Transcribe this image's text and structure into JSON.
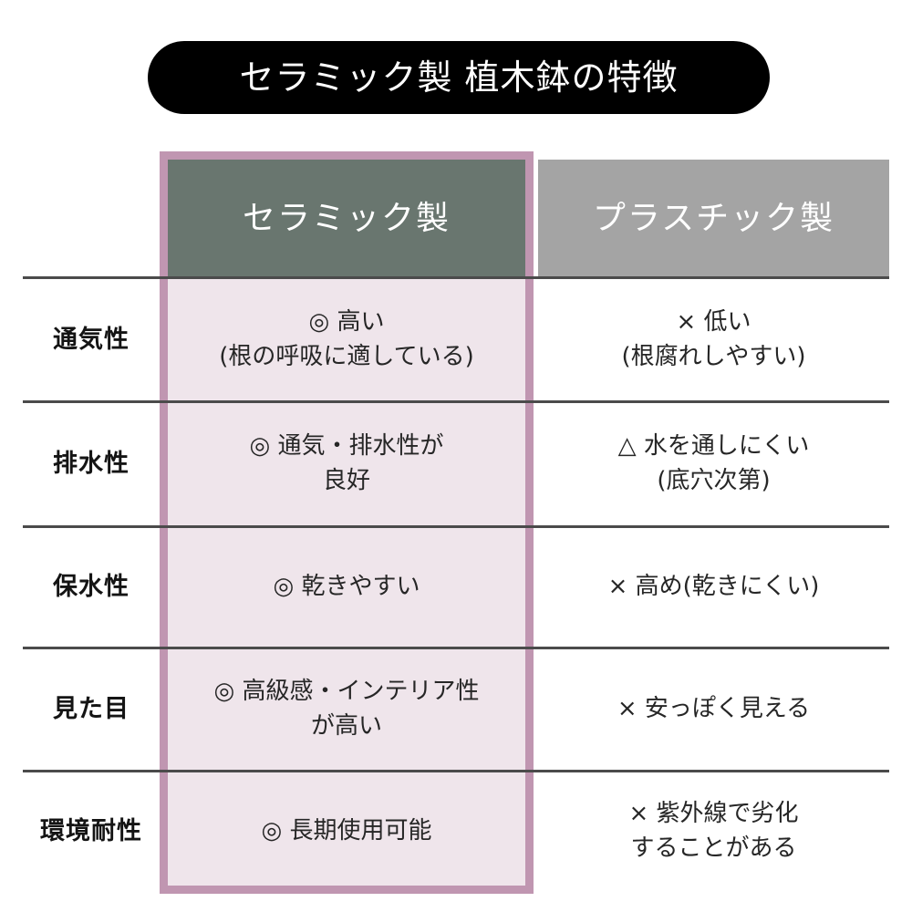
{
  "title": {
    "text": "セラミック製 植木鉢の特徴",
    "pill_background": "#000000",
    "pill_text_color": "#ffffff"
  },
  "colors": {
    "highlight_border": "#c096b1",
    "ceramic_header_bg": "#69766f",
    "plastic_header_bg": "#a4a4a4",
    "ceramic_cell_bg": "#efe5eb",
    "rule": "#4b4b4b",
    "page_bg": "#ffffff"
  },
  "table": {
    "headers": {
      "row_label": "",
      "ceramic": "セラミック製",
      "plastic": "プラスチック製"
    },
    "rows": [
      {
        "label": "通気性",
        "ceramic": [
          "◎ 高い",
          "(根の呼吸に適している)"
        ],
        "plastic": [
          "× 低い",
          "(根腐れしやすい)"
        ]
      },
      {
        "label": "排水性",
        "ceramic": [
          "◎ 通気・排水性が",
          "良好"
        ],
        "plastic": [
          "△ 水を通しにくい",
          "(底穴次第)"
        ]
      },
      {
        "label": "保水性",
        "ceramic": [
          "◎ 乾きやすい"
        ],
        "plastic": [
          "× 高め(乾きにくい)"
        ]
      },
      {
        "label": "見た目",
        "ceramic": [
          "◎ 高級感・インテリア性",
          "が高い"
        ],
        "plastic": [
          "× 安っぽく見える"
        ]
      },
      {
        "label": "環境耐性",
        "ceramic": [
          "◎ 長期使用可能"
        ],
        "plastic": [
          "× 紫外線で劣化",
          "することがある"
        ]
      }
    ]
  }
}
